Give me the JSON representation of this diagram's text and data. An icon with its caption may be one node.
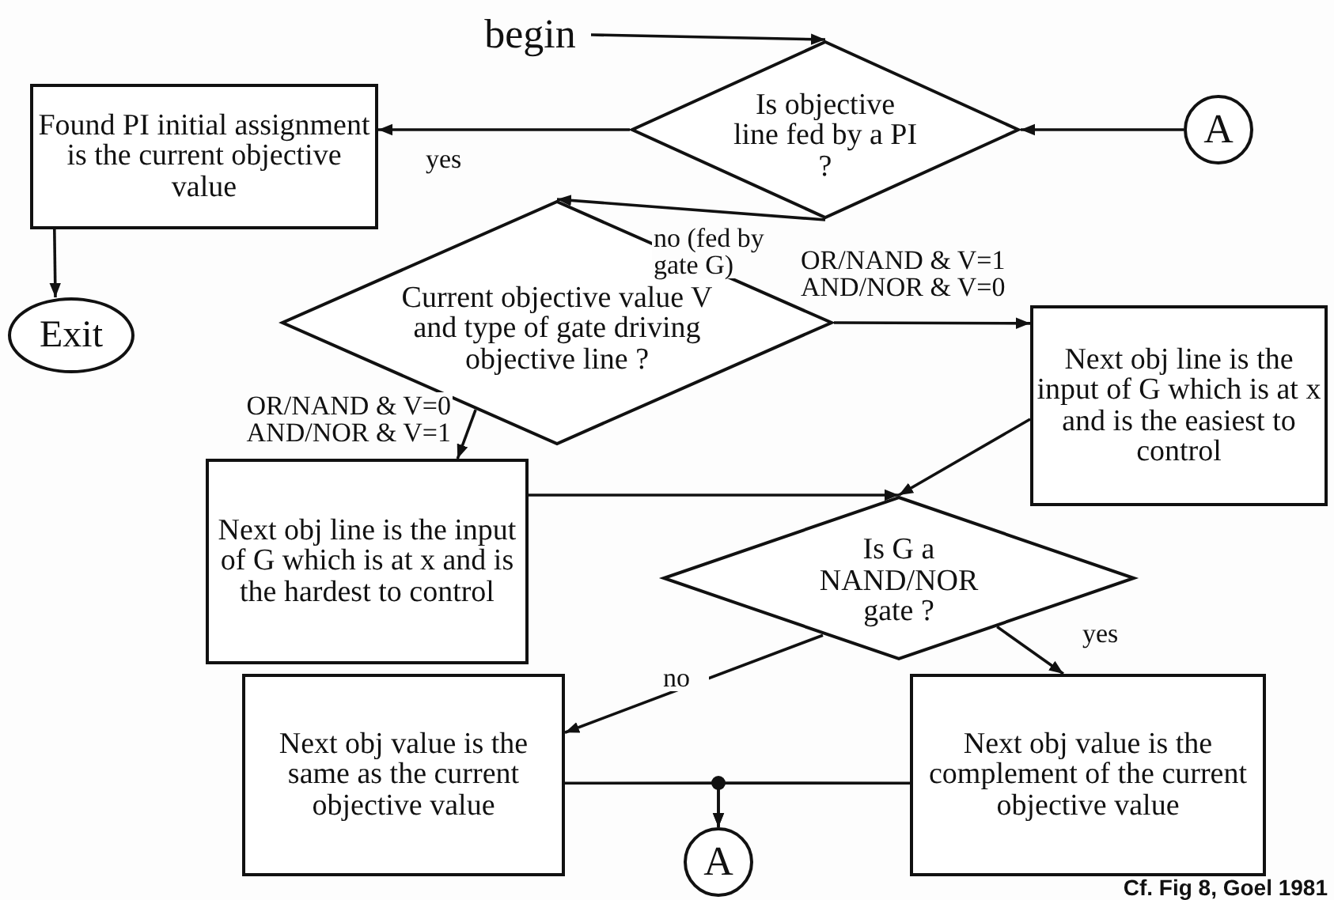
{
  "diagram": {
    "nodes": [
      {
        "text": [
          "begin"
        ]
      },
      {
        "text": [
          "Is objective line fed by a PI ?"
        ]
      },
      {
        "text": [
          "A"
        ]
      },
      {
        "text": [
          "Found PI initial assignment is the current objective value"
        ]
      },
      {
        "text": [
          "Exit"
        ]
      },
      {
        "text": [
          "Current objective value V and type of gate driving objective line ?"
        ]
      },
      {
        "text": [
          "Next obj line is the input of G which is at x and is the easiest to control"
        ]
      },
      {
        "text": [
          "Next obj line is the input of G which is at x and is the hardest to control"
        ]
      },
      {
        "text": [
          "Is G a NAND/NOR gate ?"
        ]
      },
      {
        "text": [
          "Next obj value is the same as the current objective value"
        ]
      },
      {
        "text": [
          "Next obj value is the complement of the current objective value"
        ]
      },
      {
        "text": [
          "A"
        ]
      }
    ],
    "edges": [
      {
        "from": 0,
        "to": 1,
        "arrow": "to"
      },
      {
        "from": 2,
        "to": 1,
        "arrow": "to"
      },
      {
        "from": 1,
        "to": 3,
        "arrow": "to",
        "label": "yes"
      },
      {
        "from": 1,
        "to": 5,
        "arrow": "to",
        "label": "no (fed by gate G)"
      },
      {
        "from": 3,
        "to": 4,
        "arrow": "to"
      },
      {
        "from": 5,
        "to": 6,
        "arrow": "to",
        "label": "OR/NAND & V=1 AND/NOR & V=0"
      },
      {
        "from": 5,
        "to": 7,
        "arrow": "to",
        "label": "OR/NAND & V=0 AND/NOR & V=1"
      },
      {
        "from": 7,
        "to": 8,
        "arrow": "to"
      },
      {
        "from": 6,
        "to": 8,
        "arrow": "to"
      },
      {
        "from": 8,
        "to": 9,
        "arrow": "to",
        "label": "no"
      },
      {
        "from": 8,
        "to": 10,
        "arrow": "to",
        "label": "yes"
      },
      {
        "from": 9,
        "to": 11,
        "arrow": "to"
      },
      {
        "from": 10,
        "to": 11,
        "arrow": "to"
      }
    ],
    "labels": [
      "Cf. Fig 8, Goel 1981"
    ]
  }
}
